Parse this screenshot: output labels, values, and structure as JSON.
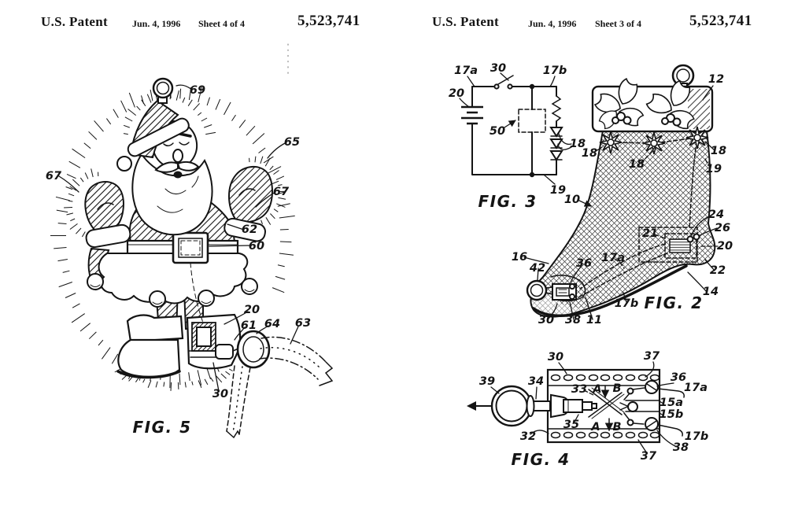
{
  "colors": {
    "ink": "#141414",
    "paper": "#ffffff"
  },
  "left_sheet": {
    "header": {
      "title": "U.S. Patent",
      "date": "Jun. 4, 1996",
      "sheet": "Sheet 4 of 4",
      "patent_number": "5,523,741"
    },
    "fig5": {
      "caption": "FIG. 5",
      "refs": {
        "r69": "69",
        "r65": "65",
        "r67_left": "67",
        "r67_right": "67",
        "r62": "62",
        "r60": "60",
        "r20": "20",
        "r61": "61",
        "r64": "64",
        "r63": "63",
        "r30": "30"
      }
    }
  },
  "right_sheet": {
    "header": {
      "title": "U.S. Patent",
      "date": "Jun. 4, 1996",
      "sheet": "Sheet 3 of 4",
      "patent_number": "5,523,741"
    },
    "fig3": {
      "caption": "FIG. 3",
      "refs": {
        "r17a": "17a",
        "r30": "30",
        "r17b": "17b",
        "r20": "20",
        "r50": "50",
        "r18": "18",
        "r19": "19"
      }
    },
    "fig2": {
      "caption": "FIG. 2",
      "refs": {
        "r12": "12",
        "r18_left": "18",
        "r18_mid": "18",
        "r18_right": "18",
        "r19": "19",
        "r10": "10",
        "r24": "24",
        "r26": "26",
        "r21": "21",
        "r20": "20",
        "r16": "16",
        "r42": "42",
        "r36": "36",
        "r17a": "17a",
        "r22": "22",
        "r14": "14",
        "r17b": "17b",
        "r30": "30",
        "r38": "38",
        "r11": "11"
      }
    },
    "fig4": {
      "caption": "FIG. 4",
      "refs": {
        "r30": "30",
        "r37_top": "37",
        "r39": "39",
        "r34": "34",
        "r36": "36",
        "r17a": "17a",
        "r33": "33",
        "rA_top": "A",
        "rB_top": "B",
        "r15a": "15a",
        "r15b": "15b",
        "r35": "35",
        "rA_bottom": "A",
        "rB_bottom": "B",
        "r32": "32",
        "r17b": "17b",
        "r38": "38",
        "r37_bottom": "37"
      }
    }
  }
}
